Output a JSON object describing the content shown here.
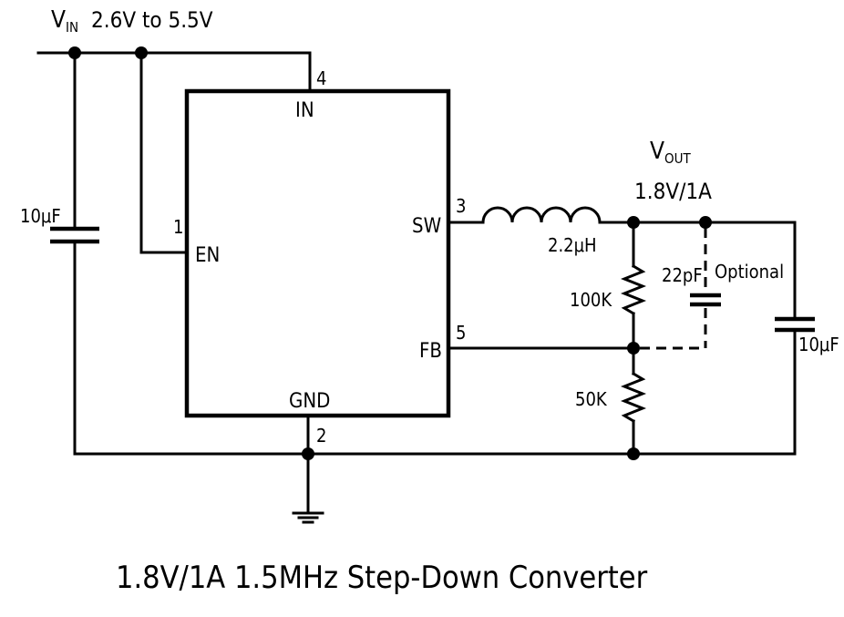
{
  "title": "1.8V/1A 1.5MHz Step-Down Converter",
  "vin": {
    "symbol": "V",
    "subscript": "IN",
    "range": "2.6V to 5.5V"
  },
  "vout": {
    "symbol": "V",
    "subscript": "OUT",
    "rating": "1.8V/1A"
  },
  "ic": {
    "pins": {
      "in": {
        "name": "IN",
        "number": "4"
      },
      "en": {
        "name": "EN",
        "number": "1"
      },
      "sw": {
        "name": "SW",
        "number": "3"
      },
      "fb": {
        "name": "FB",
        "number": "5"
      },
      "gnd": {
        "name": "GND",
        "number": "2"
      }
    }
  },
  "components": {
    "cin": "10μF",
    "inductor": "2.2μH",
    "r_top": "100K",
    "r_bottom": "50K",
    "cff": "22pF",
    "cff_note": "Optional",
    "cout": "10μF"
  }
}
